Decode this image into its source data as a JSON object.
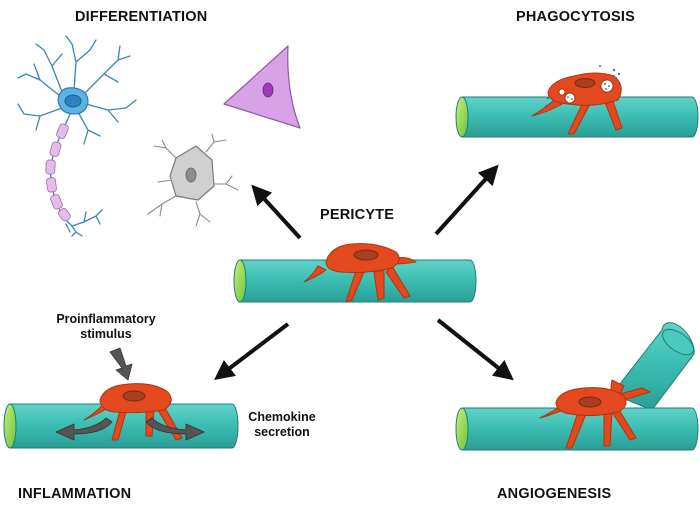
{
  "labels": {
    "differentiation": "DIFFERENTIATION",
    "phagocytosis": "PHAGOCYTOSIS",
    "pericyte": "PERICYTE",
    "inflammation": "INFLAMMATION",
    "angiogenesis": "ANGIOGENESIS",
    "stimulus_line1": "Proinflammatory",
    "stimulus_line2": "stimulus",
    "chemokine_line1": "Chemokine",
    "chemokine_line2": "secretion"
  },
  "colors": {
    "vessel": "#3dbfb4",
    "vessel_edge": "#1f7f78",
    "vessel_end": "#9ad94a",
    "pericyte": "#e3481f",
    "pericyte_nucleus": "#a8401e",
    "neuron": "#4a9fd0",
    "neuron_nucleus": "#2a84c4",
    "myelin": "#e3bde9",
    "smooth_muscle": "#d8a2e6",
    "astrocyte": "#d0d0d0",
    "arrow": "#111111",
    "chemokine_arrow": "#555555"
  },
  "icons": [
    "neuron-icon",
    "smooth-muscle-cell-icon",
    "astrocyte-icon",
    "vessel-icon",
    "pericyte-icon",
    "arrow-icon"
  ]
}
